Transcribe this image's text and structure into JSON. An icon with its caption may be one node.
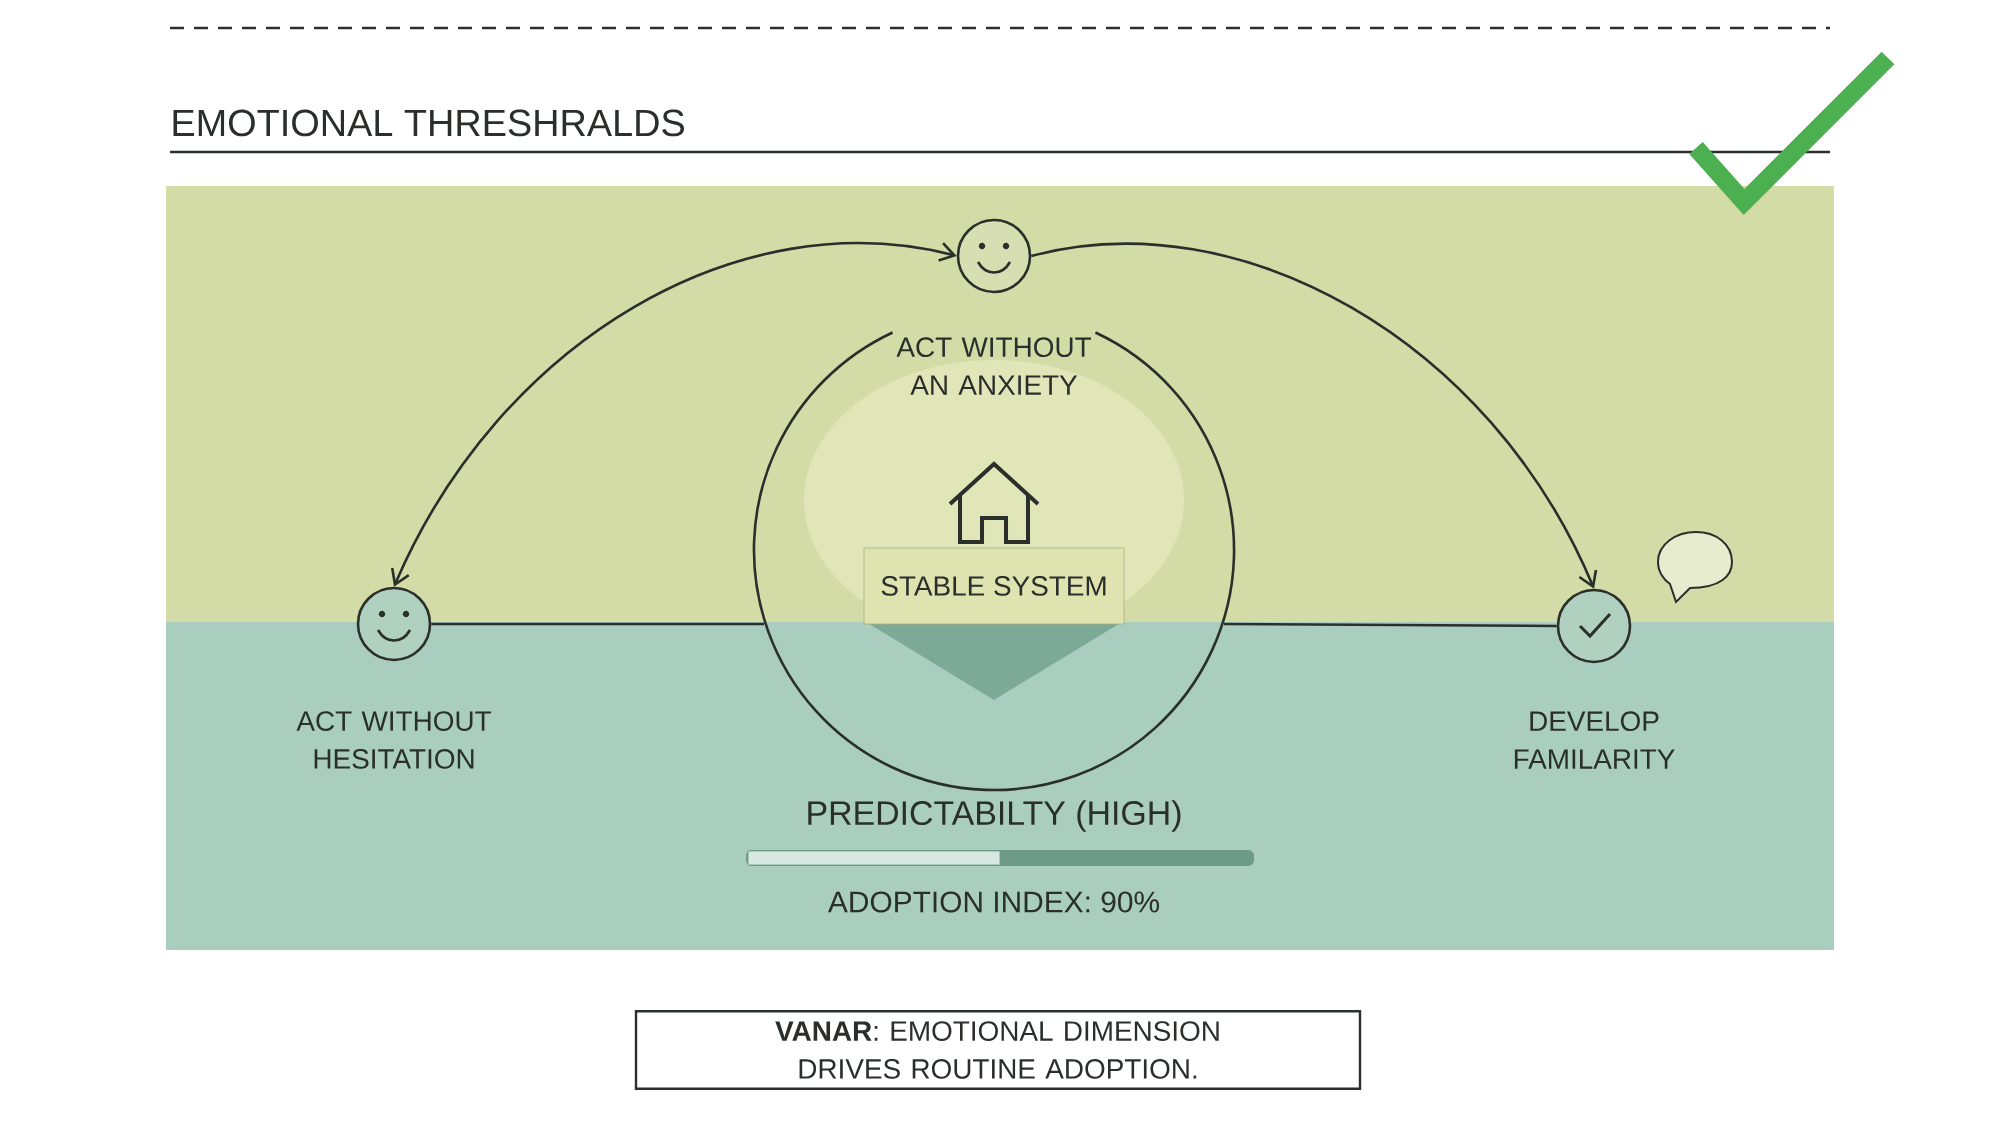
{
  "diagram": {
    "title": "EMOTIONAL THRESHRALDS",
    "nodes": [
      {
        "text": [],
        "shape": "circle",
        "beside": [
          "ACT WITHOUT AN ANXIETY"
        ]
      },
      {
        "text": [],
        "shape": "circle",
        "beside": [
          "ACT WITHOUT HESITATION"
        ]
      },
      {
        "text": [],
        "shape": "circle",
        "beside": [
          "DEVELOP FAMILARITY"
        ]
      },
      {
        "text": [],
        "shape": "circle"
      },
      {
        "text": [
          "STABLE SYSTEM"
        ],
        "in": 3
      },
      {
        "text": [
          "**VANAR**: EMOTIONAL DIMENSION DRIVES ROUTINE ADOPTION."
        ]
      }
    ],
    "edges": [
      {
        "from": 1,
        "to": 0,
        "arrow": "both"
      },
      {
        "from": 0,
        "to": 2,
        "arrow": "to"
      },
      {
        "from": 1,
        "to": 3,
        "arrow": "none"
      },
      {
        "from": 3,
        "to": 2,
        "arrow": "none"
      }
    ],
    "labels": [
      "PREDICTABILTY (HIGH)",
      "ADOPTION INDEX: 90%"
    ]
  }
}
